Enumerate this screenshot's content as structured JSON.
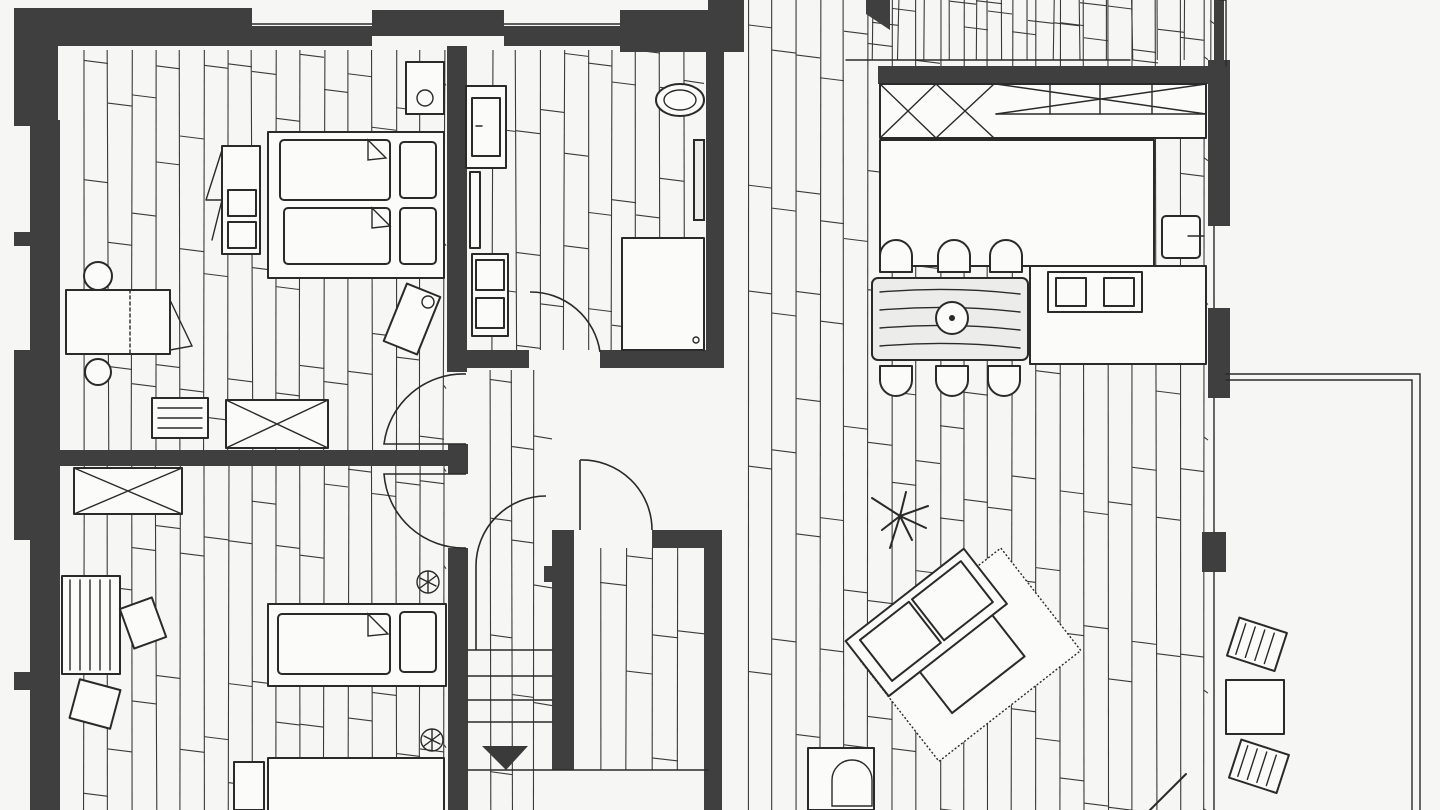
{
  "drawing": {
    "kind": "hand-sketched floor plan",
    "colors": {
      "paper": "#f6f6f4",
      "wall": "#3f3f3f",
      "ink": "#2a2a2a"
    },
    "rooms": [
      {
        "id": "bedroom-top-left",
        "contents": [
          "double-bed",
          "pillows",
          "nightstands",
          "desk",
          "stools",
          "wardrobe",
          "radiator",
          "washbasin"
        ]
      },
      {
        "id": "bathroom",
        "contents": [
          "washbasin",
          "toilet",
          "shower-tray",
          "towel-rail"
        ]
      },
      {
        "id": "bedroom-bottom-left",
        "contents": [
          "single-bed",
          "wardrobe",
          "side-table",
          "chairs",
          "plants"
        ]
      },
      {
        "id": "hallway",
        "contents": [
          "stairs",
          "doors"
        ]
      },
      {
        "id": "storage",
        "contents": []
      },
      {
        "id": "living-kitchen-dining",
        "contents": [
          "kitchen-counter",
          "sink",
          "cooktop",
          "dining-table",
          "six-chairs",
          "sofa",
          "rug",
          "plant",
          "armchair"
        ]
      },
      {
        "id": "terrace",
        "contents": [
          "two-deck-chairs",
          "side-table"
        ]
      }
    ],
    "icons": [
      "plant-icon",
      "sink-icon",
      "toilet-icon",
      "stairs-arrow-icon"
    ]
  }
}
